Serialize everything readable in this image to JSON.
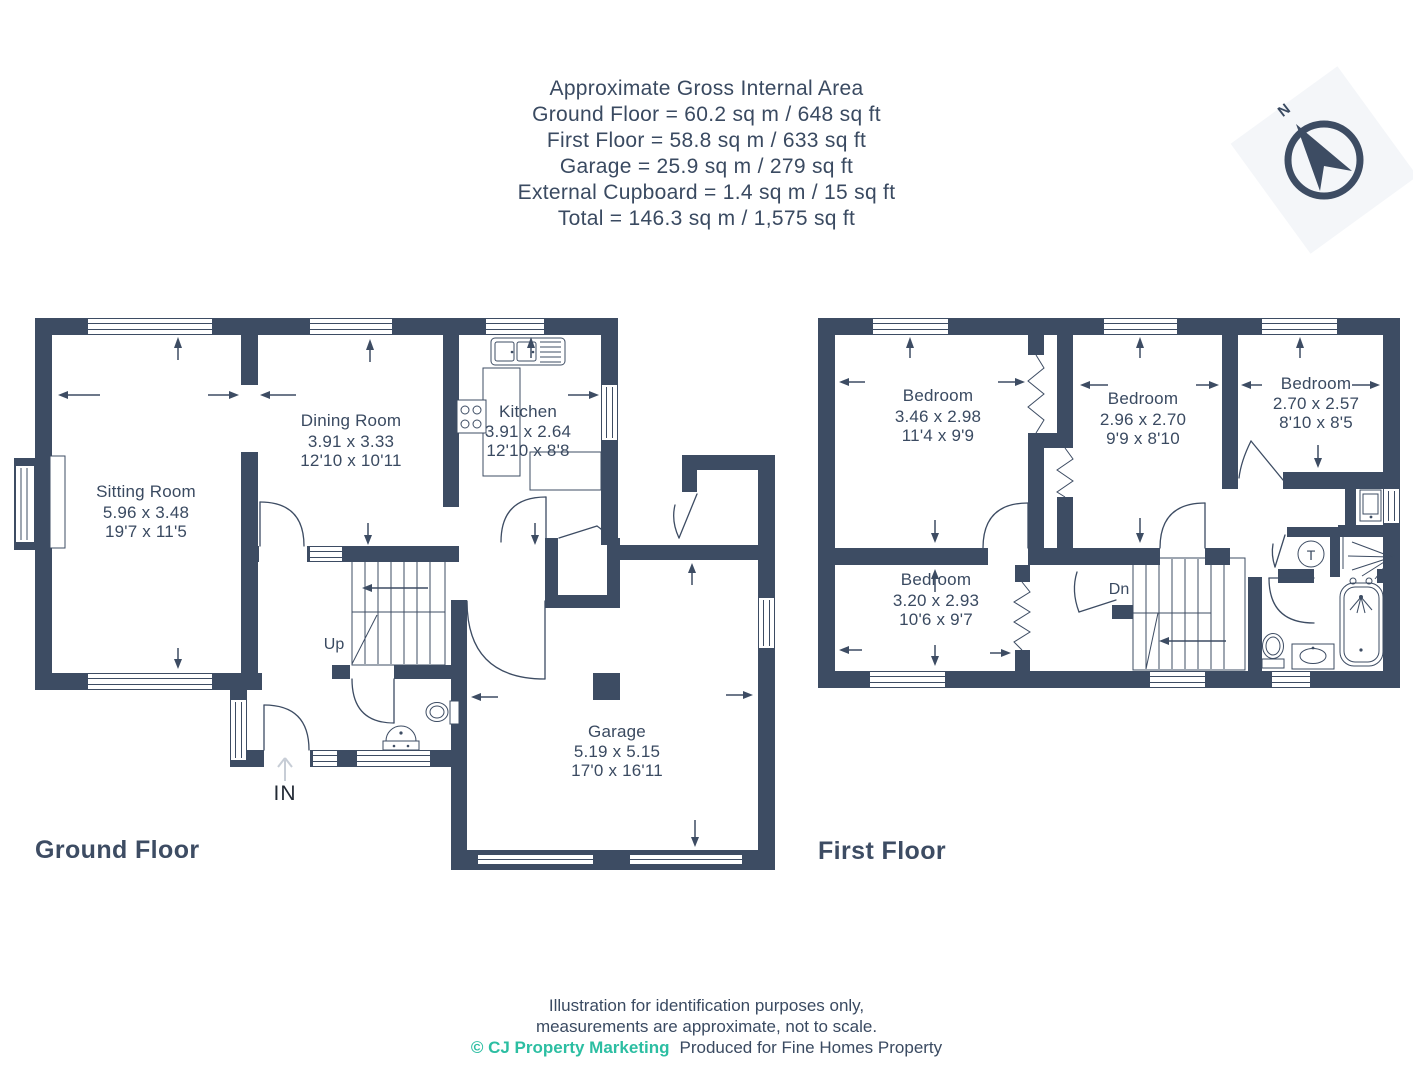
{
  "header": {
    "title": "Approximate Gross Internal Area",
    "lines": [
      "Ground Floor = 60.2 sq m / 648 sq ft",
      "First Floor = 58.8 sq m / 633 sq ft",
      "Garage = 25.9 sq m / 279 sq ft",
      "External Cupboard = 1.4 sq m / 15 sq ft",
      "Total = 146.3 sq m / 1,575 sq ft"
    ]
  },
  "compass": {
    "label": "N"
  },
  "ground_floor": {
    "title": "Ground Floor",
    "rooms": [
      {
        "name": "Sitting Room",
        "dim_m": "5.96 x 3.48",
        "dim_ft": "19'7 x 11'5"
      },
      {
        "name": "Dining Room",
        "dim_m": "3.91 x 3.33",
        "dim_ft": "12'10 x 10'11"
      },
      {
        "name": "Kitchen",
        "dim_m": "3.91 x 2.64",
        "dim_ft": "12'10 x 8'8"
      },
      {
        "name": "Garage",
        "dim_m": "5.19 x 5.15",
        "dim_ft": "17'0 x 16'11"
      }
    ],
    "stairs_label": "Up",
    "entrance_label": "IN"
  },
  "first_floor": {
    "title": "First Floor",
    "rooms": [
      {
        "name": "Bedroom",
        "dim_m": "3.46 x 2.98",
        "dim_ft": "11'4 x 9'9"
      },
      {
        "name": "Bedroom",
        "dim_m": "2.96 x 2.70",
        "dim_ft": "9'9 x 8'10"
      },
      {
        "name": "Bedroom",
        "dim_m": "2.70 x 2.57",
        "dim_ft": "8'10 x 8'5"
      },
      {
        "name": "Bedroom",
        "dim_m": "3.20 x 2.93",
        "dim_ft": "10'6 x 9'7"
      }
    ],
    "stairs_label": "Dn",
    "tank_label": "T"
  },
  "footer": {
    "line1": "Illustration for identification purposes only,",
    "line2": "measurements are approximate, not to scale.",
    "credit": "© CJ Property Marketing",
    "produced": "Produced for Fine Homes Property"
  },
  "colors": {
    "wall": "#3d4c63",
    "accent_teal": "#2cbea2",
    "light_arrow": "#c7cdd6"
  }
}
